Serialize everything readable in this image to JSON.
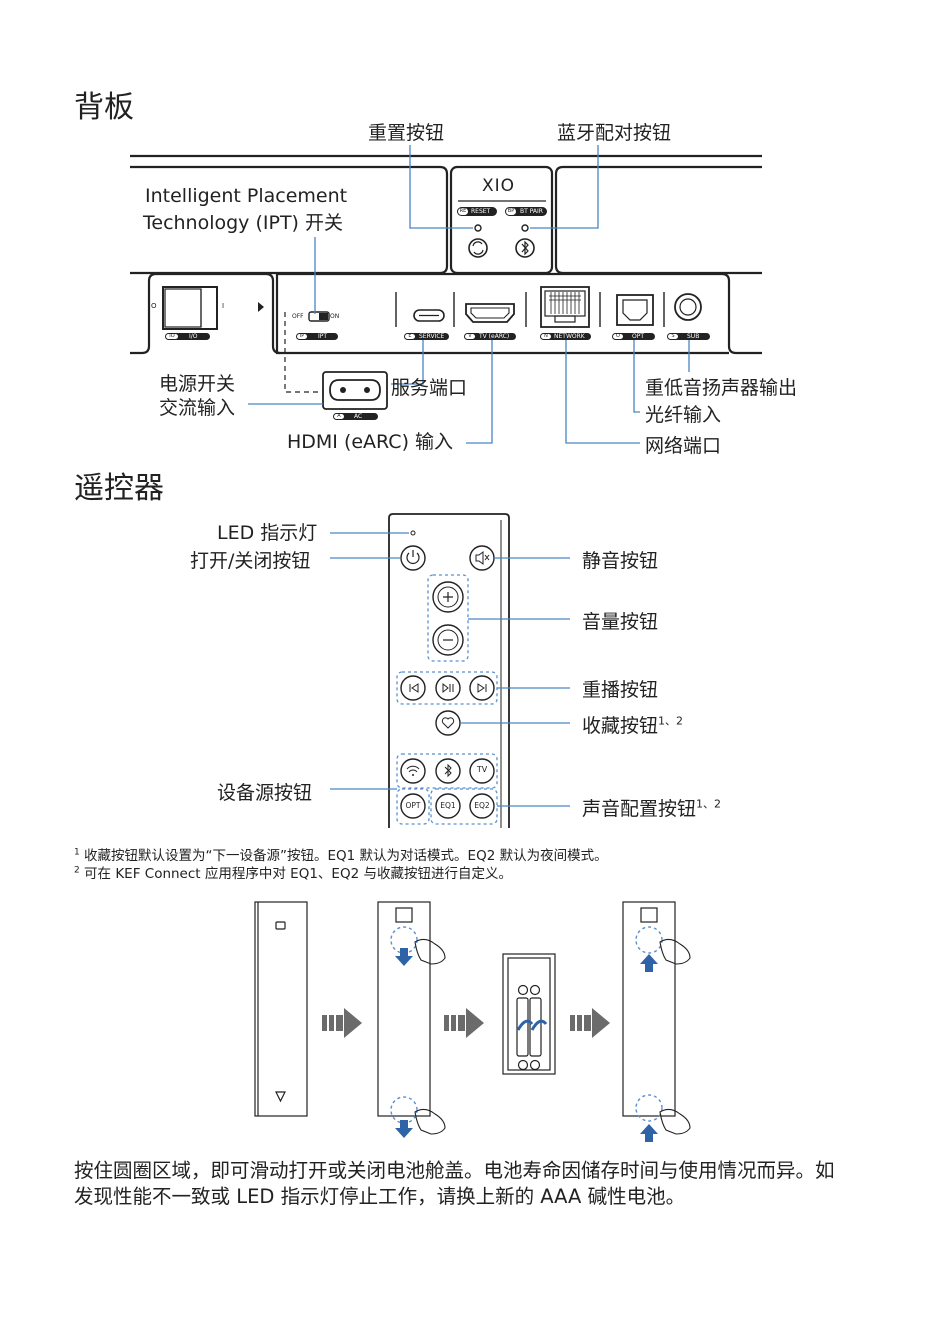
{
  "sections": {
    "rear_panel_title": "背板",
    "remote_title": "遥控器"
  },
  "rear_panel": {
    "reset_button_label": "重置按钮",
    "bt_pair_button_label": "蓝牙配对按钮",
    "ipt_switch_label_line1": "Intelligent Placement",
    "ipt_switch_label_line2": "Technology (IPT) 开关",
    "power_switch_label_line1": "电源开关",
    "ac_input_label_line2": "交流输入",
    "service_port_label": "服务端口",
    "hdmi_label": "HDMI (eARC) 输入",
    "sub_out_label": "重低音扬声器输出",
    "optical_label": "光纤输入",
    "network_label": "网络端口",
    "brand": "XIO",
    "tags": {
      "reset": "RESET",
      "reset_code": "RE",
      "bt": "BT PAIR",
      "bt_code": "BP",
      "io": "I/O",
      "io_code": "IO",
      "ipt": "IPT",
      "ipt_code": "IP",
      "service": "SERVICE",
      "service_code": "E",
      "tv": "TV (eARC)",
      "tv_code": "V",
      "network": "NETWORK",
      "network_code": "N",
      "opt": "OPT",
      "opt_code": "O",
      "sub": "SUB",
      "sub_code": "S",
      "ac": "AC",
      "ac_code": "A",
      "off": "OFF",
      "on": "ON",
      "power_on_mark": "I",
      "power_off_mark": "O"
    }
  },
  "remote": {
    "led_label": "LED 指示灯",
    "power_label": "打开/关闭按钮",
    "mute_label": "静音按钮",
    "volume_label": "音量按钮",
    "playback_label": "重播按钮",
    "favorite_label": "收藏按钮",
    "favorite_sup": "1、2",
    "source_label": "设备源按钮",
    "sound_profile_label": "声音配置按钮",
    "sound_profile_sup": "1、2",
    "buttons": {
      "tv": "TV",
      "opt": "OPT",
      "eq1": "EQ1",
      "eq2": "EQ2"
    }
  },
  "footnotes": {
    "note1_mark": "1",
    "note1": "收藏按钮默认设置为“下一设备源”按钮。EQ1 默认为对话模式。EQ2 默认为夜间模式。",
    "note2_mark": "2",
    "note2": "可在 KEF Connect 应用程序中对 EQ1、EQ2 与收藏按钮进行自定义。"
  },
  "battery_instructions": {
    "line1": "按住圆圈区域，即可滑动打开或关闭电池舱盖。电池寿命因储存时间与使用情况而异。如",
    "line2": "发现性能不一致或 LED 指示灯停止工作，请换上新的 AAA 碱性电池。"
  },
  "colors": {
    "ink": "#222222",
    "callout_line": "#4a86c5",
    "arrow_blue": "#2f63a8",
    "dashed_blue": "#5b8fd0",
    "arrow_gray": "#6b6b6b"
  }
}
